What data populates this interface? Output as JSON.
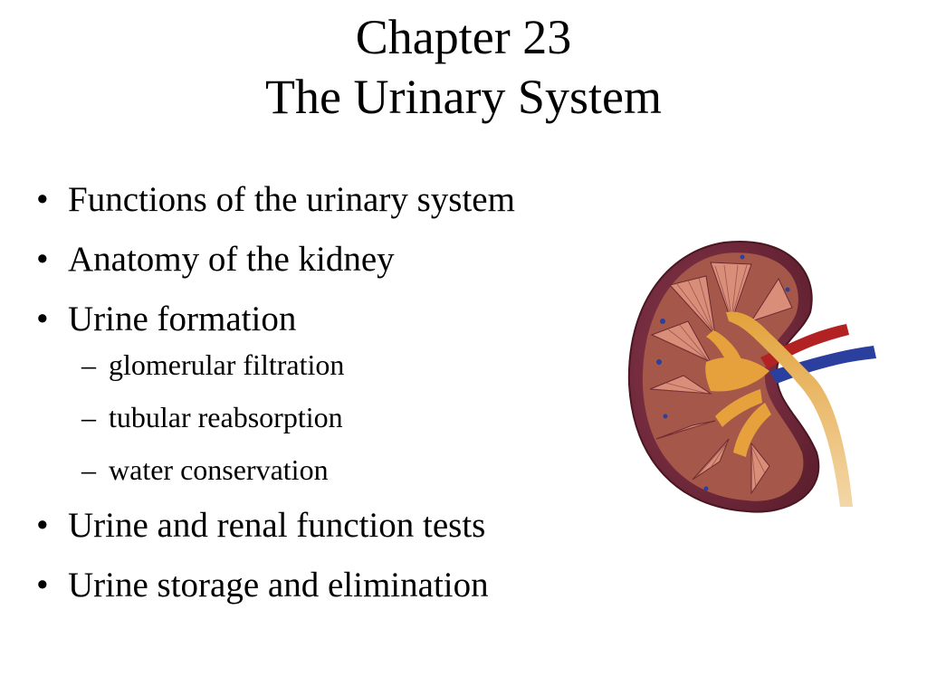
{
  "slide": {
    "title_line1": "Chapter 23",
    "title_line2": "The Urinary System"
  },
  "bullets": [
    {
      "text": "Functions of the urinary system"
    },
    {
      "text": "Anatomy of the kidney"
    },
    {
      "text": "Urine formation",
      "subitems": [
        "glomerular filtration",
        "tubular reabsorption",
        "water conservation"
      ]
    },
    {
      "text": "Urine and renal function tests"
    },
    {
      "text": "Urine storage and elimination"
    }
  ],
  "image": {
    "icon": "kidney-cross-section-illustration"
  },
  "colors": {
    "text": "#000000",
    "background": "#ffffff"
  }
}
